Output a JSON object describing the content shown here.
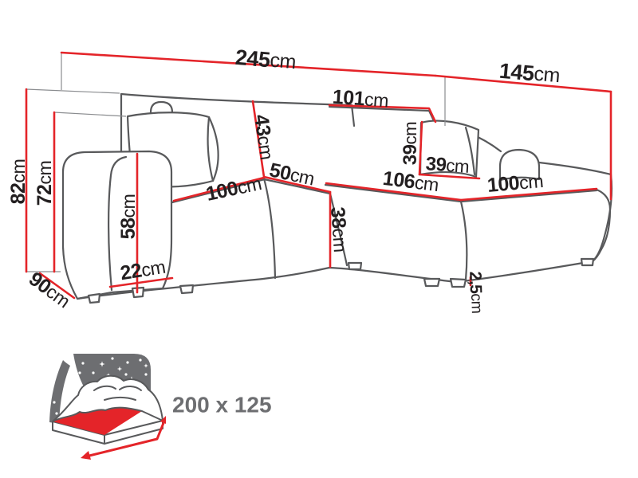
{
  "diagram": {
    "type": "furniture-dimension-diagram",
    "subject": "corner-sofa",
    "unit": "cm",
    "dimensions": {
      "total_width": {
        "value": "245",
        "unit": "cm"
      },
      "total_depth": {
        "value": "145",
        "unit": "cm"
      },
      "back_section_width": {
        "value": "101",
        "unit": "cm"
      },
      "backrest_height": {
        "value": "43",
        "unit": "cm"
      },
      "pillow_height": {
        "value": "39",
        "unit": "cm"
      },
      "pillow_width": {
        "value": "39",
        "unit": "cm"
      },
      "seat_depth": {
        "value": "50",
        "unit": "cm"
      },
      "left_seat_width": {
        "value": "100",
        "unit": "cm"
      },
      "chaise_length": {
        "value": "106",
        "unit": "cm"
      },
      "right_seat_width": {
        "value": "100",
        "unit": "cm"
      },
      "total_height": {
        "value": "82",
        "unit": "cm"
      },
      "back_cushion_height": {
        "value": "72",
        "unit": "cm"
      },
      "armrest_height": {
        "value": "58",
        "unit": "cm"
      },
      "armrest_width": {
        "value": "22",
        "unit": "cm"
      },
      "side_depth": {
        "value": "90",
        "unit": "cm"
      },
      "seat_height": {
        "value": "38",
        "unit": "cm"
      },
      "leg_height": {
        "value": "2,5",
        "unit": "cm"
      }
    },
    "sleeping_area": {
      "size_label": "200 x 125"
    }
  },
  "icons": {
    "sleeping_function_icon": "bed-under-starry-sky",
    "measure_arrows_icon": "double-arrow"
  },
  "colors": {
    "dimension_red": "#e42429",
    "sofa_outline_gray": "#58595b",
    "extension_gray": "#8a8c8f",
    "label_black": "#231f20",
    "icon_gray": "#6d6e71",
    "background": "#ffffff"
  }
}
